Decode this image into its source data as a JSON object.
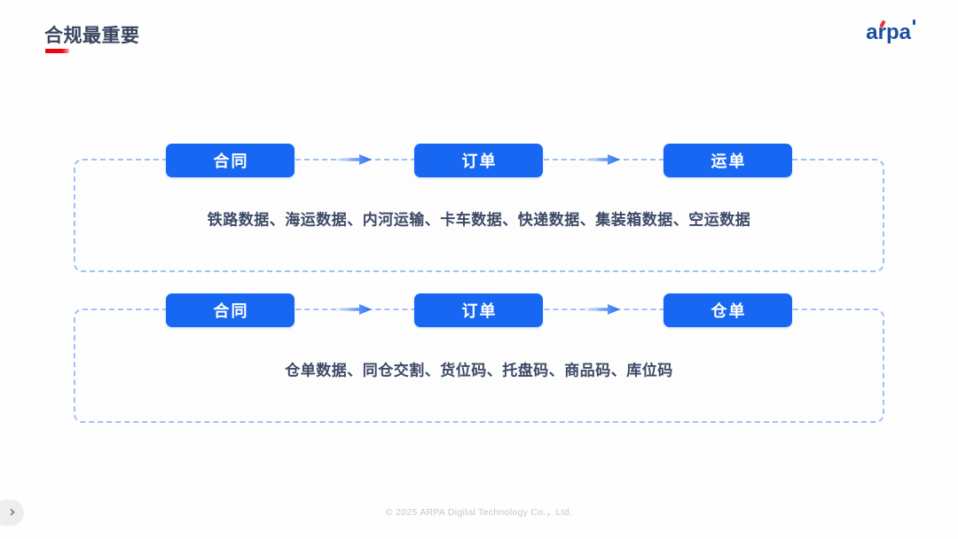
{
  "slide": {
    "title": "合规最重要",
    "logo_text": "arpa",
    "footer": "© 2025 ARPA Digital Technology Co.，Ltd."
  },
  "flows": [
    {
      "steps": [
        "合同",
        "订单",
        "运单"
      ],
      "caption": "铁路数据、海运数据、内河运输、卡车数据、快递数据、集装箱数据、空运数据"
    },
    {
      "steps": [
        "合同",
        "订单",
        "仓单"
      ],
      "caption": "仓单数据、同仓交割、货位码、托盘码、商品码、库位码"
    }
  ],
  "nav": {
    "chevron": "›"
  },
  "colors": {
    "accent_blue": "#1767f2",
    "logo_blue": "#1d4fa0",
    "accent_red": "#ec0511",
    "dash_blue": "#a3c0f2",
    "title_text": "#39455f",
    "caption_text": "#3d4a66",
    "footer_text": "#c2c7d2"
  }
}
